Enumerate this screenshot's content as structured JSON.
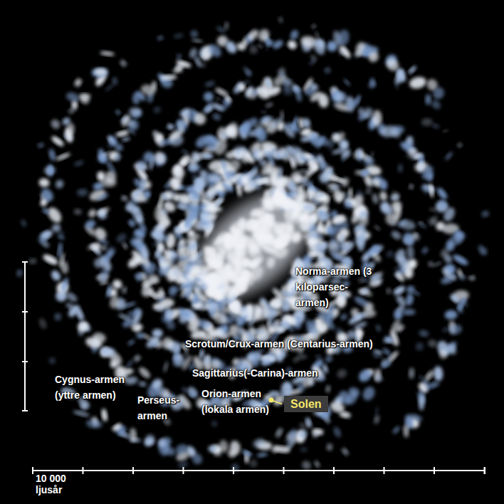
{
  "diagram": {
    "nodes": [
      {
        "text": [
          "Solen"
        ]
      }
    ],
    "labels": [
      "Norma-armen (3 kiloparsec-armen)",
      "Scrotum/Crux-armen (Centarius-armen)",
      "Sagittarius(-Carina)-armen",
      "Cygnus-armen (yttre armen)",
      "Perseus-armen",
      "Orion-armen (lokala armen)",
      "10 000 ljusår"
    ]
  }
}
